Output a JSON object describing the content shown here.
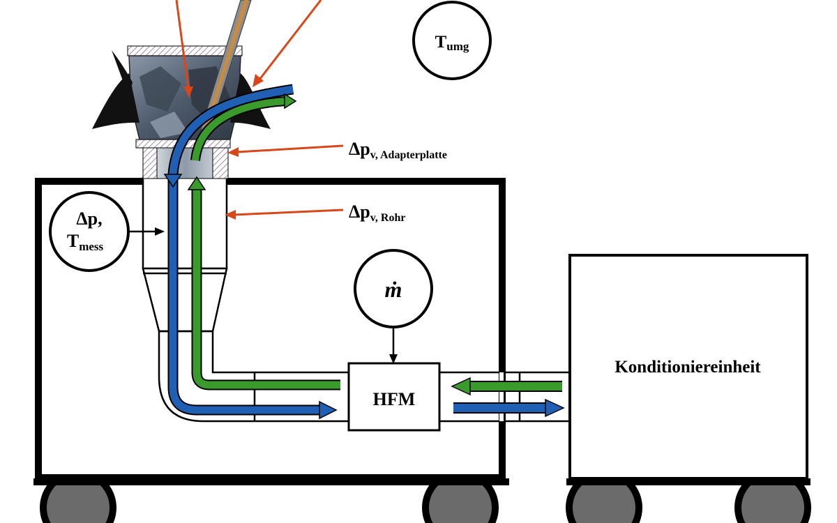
{
  "labels": {
    "t_umg_main": "T",
    "t_umg_sub": "umg",
    "dp_adapter_main": "Δp",
    "dp_adapter_sub": "v, Adapterplatte",
    "dp_rohr_main": "Δp",
    "dp_rohr_sub": "v, Rohr",
    "dp_tmess_line1": "Δp,",
    "dp_tmess_t": "T",
    "dp_tmess_sub": "mess",
    "mdot": "ṁ",
    "hfm": "HFM",
    "konditioniereinheit": "Konditioniereinheit"
  },
  "colors": {
    "flow_out": "#1f5fb4",
    "flow_return": "#3a9a2c",
    "pointer": "#d9461a",
    "wheel": "#6b6b6b",
    "head_metal": "#5c6a7c",
    "outline": "#000000"
  }
}
